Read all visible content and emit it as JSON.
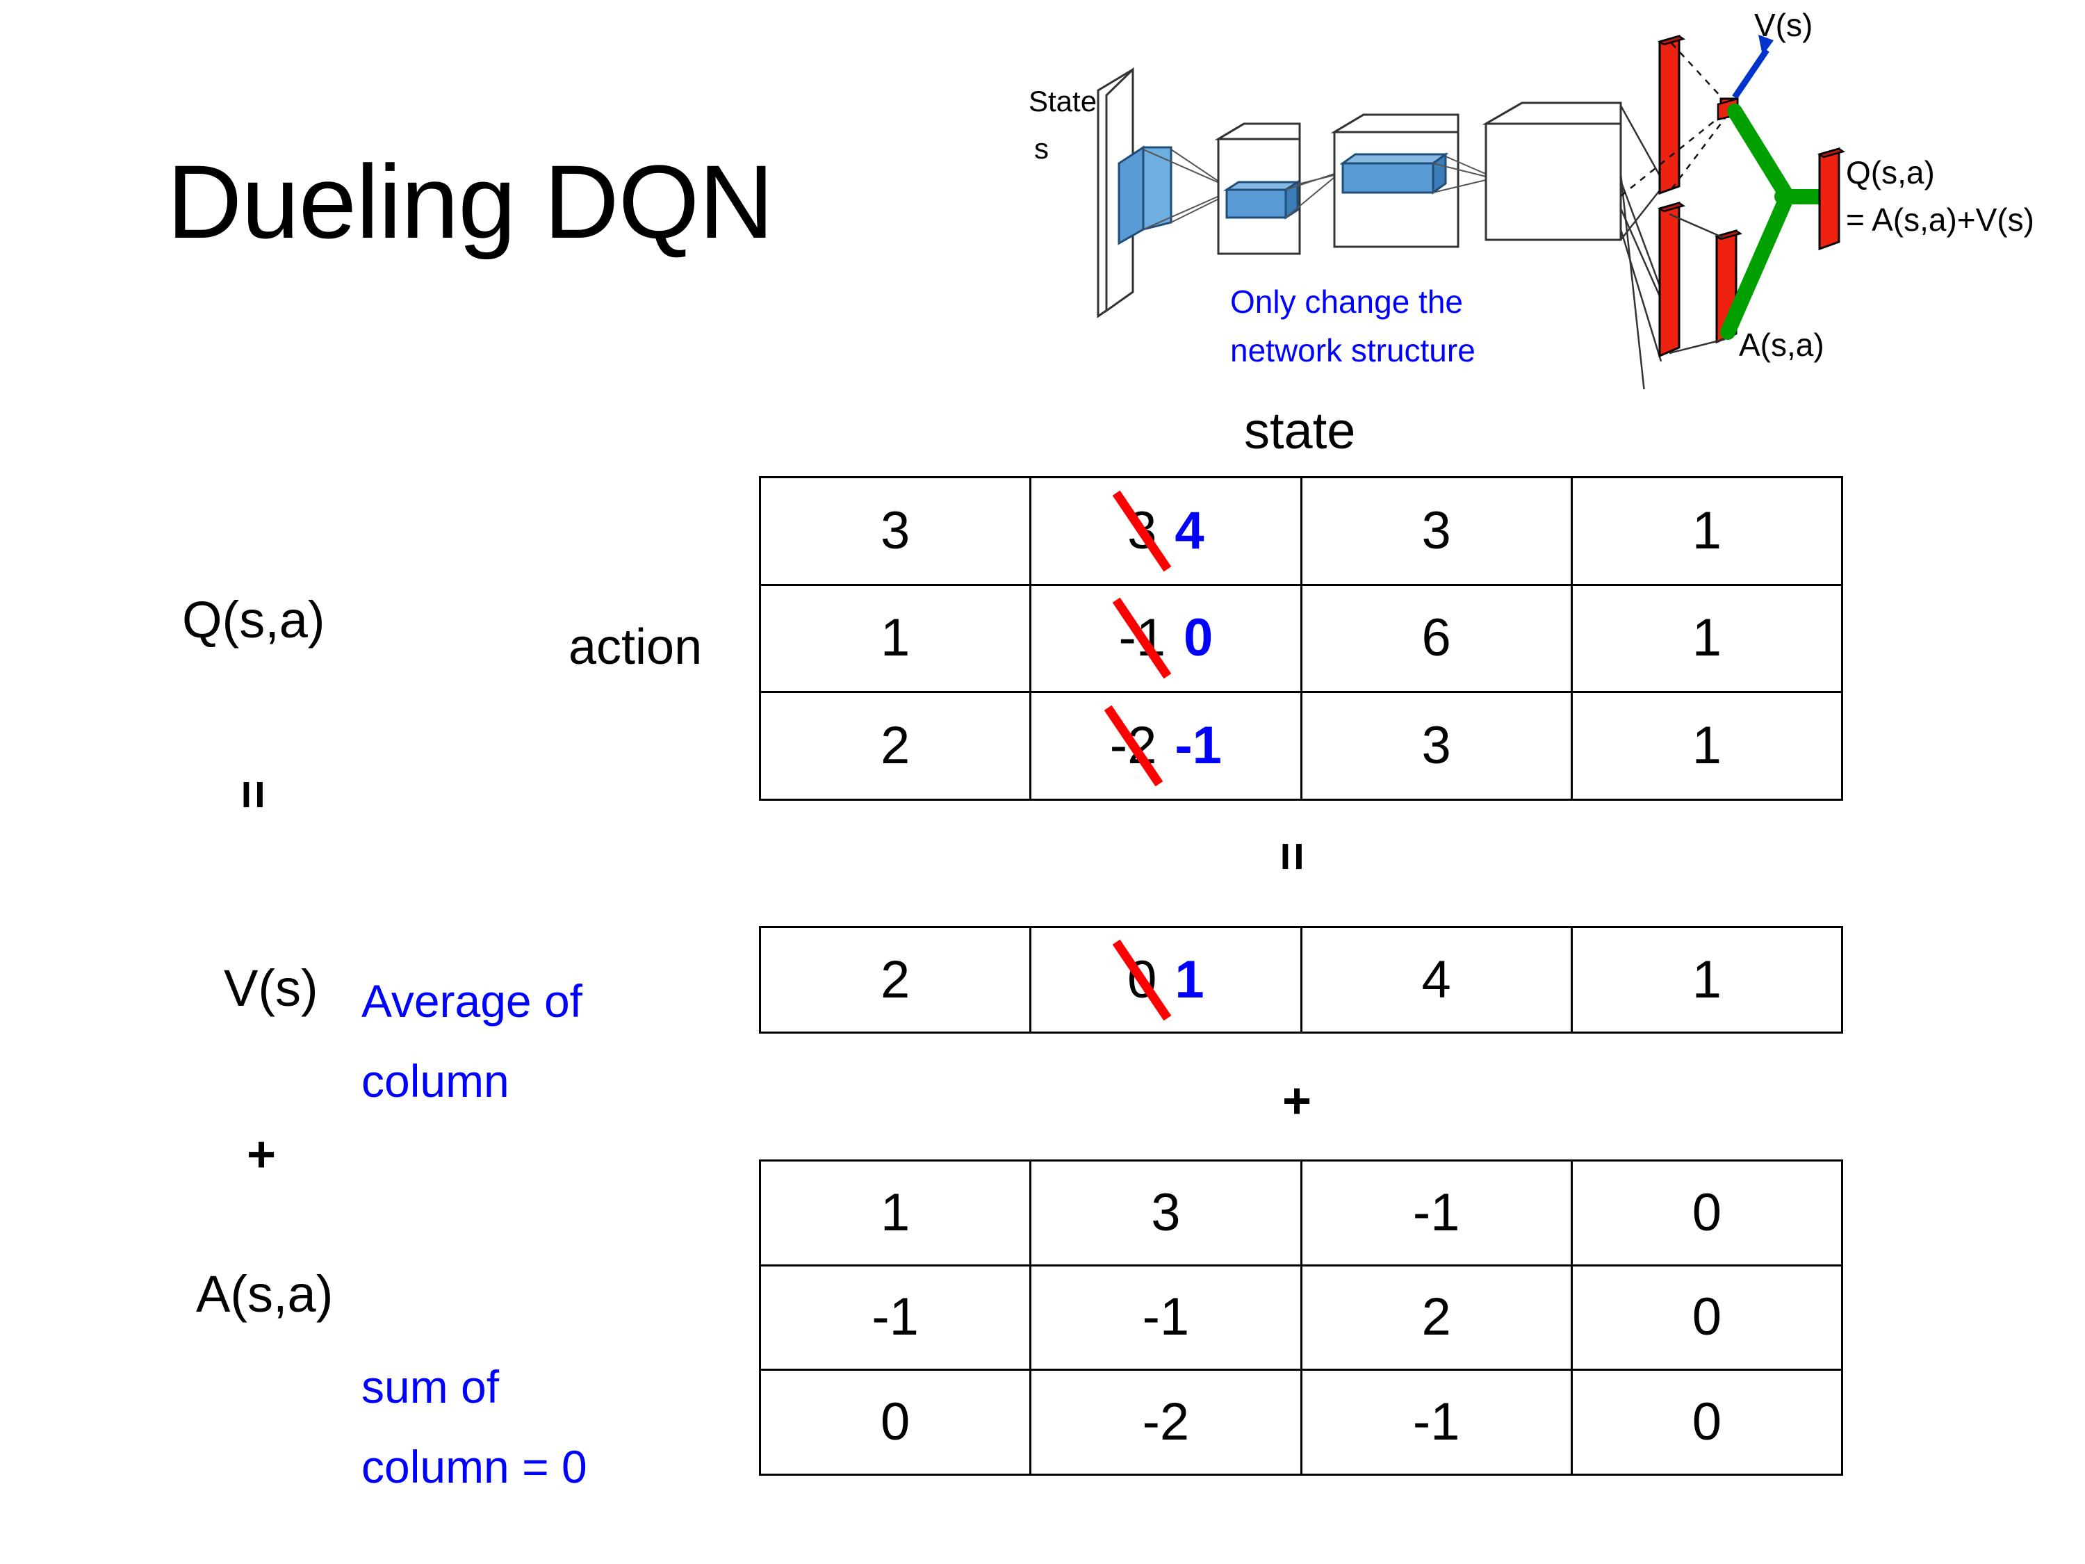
{
  "slide": {
    "title": "Dueling DQN",
    "background": "#ffffff"
  },
  "colors": {
    "accent_blue": "#0000FF",
    "strike_red": "#FF0000",
    "green": "#009900",
    "red_bar": "#EE2211",
    "blue_block": "#5B9BD5",
    "text": "#000000"
  },
  "diagram": {
    "input_label_line1": "State",
    "input_label_line2": "s",
    "note": "Only change the network structure",
    "note_line1": "Only change the",
    "note_line2": "network structure",
    "value_label": "V(s)",
    "advantage_label": "A(s,a)",
    "output_label_line1": "Q(s,a)",
    "output_label_line2": "= A(s,a)+V(s)"
  },
  "axes": {
    "state": "state",
    "action": "action"
  },
  "left_labels": {
    "q": "Q(s,a)",
    "equals": "=",
    "v": "V(s)",
    "plus": "+",
    "a": "A(s,a)"
  },
  "notes": {
    "average_line1": "Average of",
    "average_line2": "column",
    "sum_line1": "sum of",
    "sum_line2": "column = 0"
  },
  "operators": {
    "between_q_and_v": "=",
    "between_v_and_a": "+"
  },
  "chart_data": {
    "type": "table",
    "title": "Dueling DQN value decomposition",
    "xlabel": "state",
    "ylabel": "action",
    "tables": [
      {
        "name": "Q(s,a)",
        "rows": 3,
        "cols": 4,
        "values": [
          [
            {
              "value": "3"
            },
            {
              "value": "3",
              "struck": true,
              "replacement": "4"
            },
            {
              "value": "3"
            },
            {
              "value": "1"
            }
          ],
          [
            {
              "value": "1"
            },
            {
              "value": "-1",
              "struck": true,
              "replacement": "0"
            },
            {
              "value": "6"
            },
            {
              "value": "1"
            }
          ],
          [
            {
              "value": "2"
            },
            {
              "value": "-2",
              "struck": true,
              "replacement": "-1"
            },
            {
              "value": "3"
            },
            {
              "value": "1"
            }
          ]
        ]
      },
      {
        "name": "V(s)",
        "rows": 1,
        "cols": 4,
        "values": [
          [
            {
              "value": "2"
            },
            {
              "value": "0",
              "struck": true,
              "replacement": "1"
            },
            {
              "value": "4"
            },
            {
              "value": "1"
            }
          ]
        ]
      },
      {
        "name": "A(s,a)",
        "rows": 3,
        "cols": 4,
        "values": [
          [
            {
              "value": "1"
            },
            {
              "value": "3"
            },
            {
              "value": "-1"
            },
            {
              "value": "0"
            }
          ],
          [
            {
              "value": "-1"
            },
            {
              "value": "-1"
            },
            {
              "value": "2"
            },
            {
              "value": "0"
            }
          ],
          [
            {
              "value": "0"
            },
            {
              "value": "-2"
            },
            {
              "value": "-1"
            },
            {
              "value": "0"
            }
          ]
        ]
      }
    ]
  }
}
